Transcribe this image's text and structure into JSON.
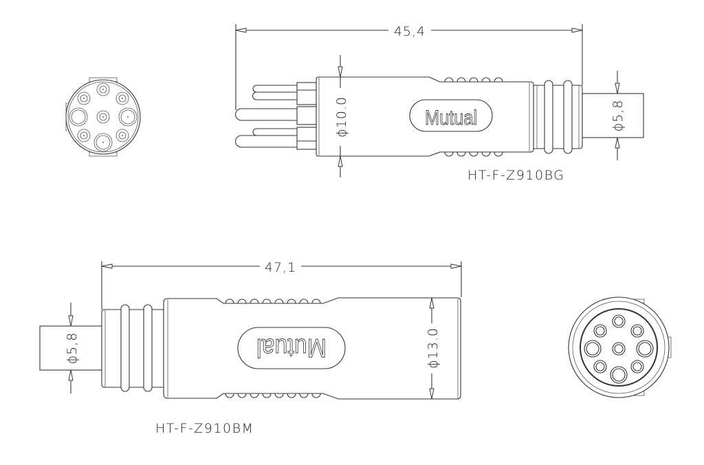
{
  "drawing": {
    "type": "technical connector drawing",
    "top_connector": {
      "model": "HT-F-Z910BG",
      "brand": "Mutual",
      "length_dim": "45,4",
      "body_diameter_dim": "ϕ10.0",
      "cable_diameter_dim": "ϕ5,8"
    },
    "bottom_connector": {
      "model": "HT-F-Z910BM",
      "brand": "Mutual",
      "length_dim": "47,1",
      "body_diameter_dim": "ϕ13.0",
      "cable_diameter_dim": "ϕ5,8"
    },
    "end_views": {
      "male_pin_face": "9-pin face view (top-left)",
      "female_socket_face": "9-socket face view (bottom-right)"
    }
  }
}
